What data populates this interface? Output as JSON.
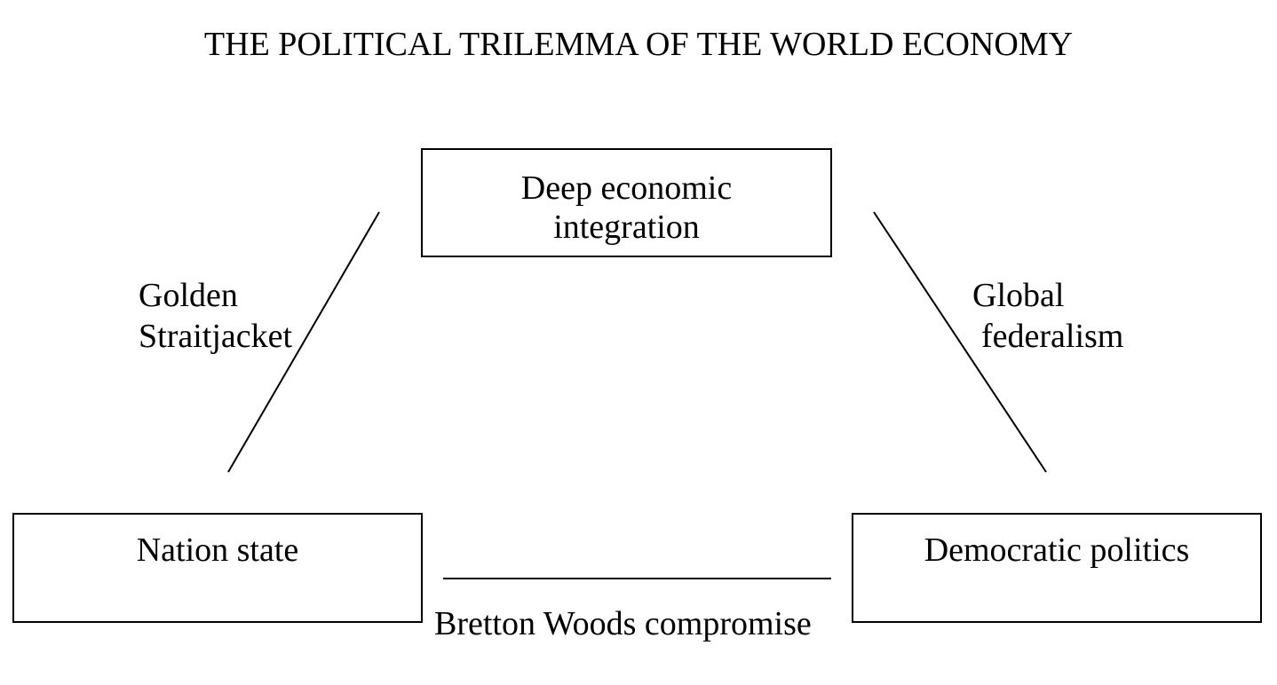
{
  "diagram": {
    "title": "THE POLITICAL TRILEMMA OF THE WORLD ECONOMY",
    "nodes": {
      "top": {
        "line1": "Deep economic",
        "line2": "integration"
      },
      "left": {
        "label": "Nation state"
      },
      "right": {
        "label": "Democratic politics"
      }
    },
    "edges": {
      "left": {
        "line1": "Golden",
        "line2": "Straitjacket"
      },
      "right": {
        "line1": "Global",
        "line2": "federalism"
      },
      "bottom": {
        "label": "Bretton Woods compromise"
      }
    }
  }
}
